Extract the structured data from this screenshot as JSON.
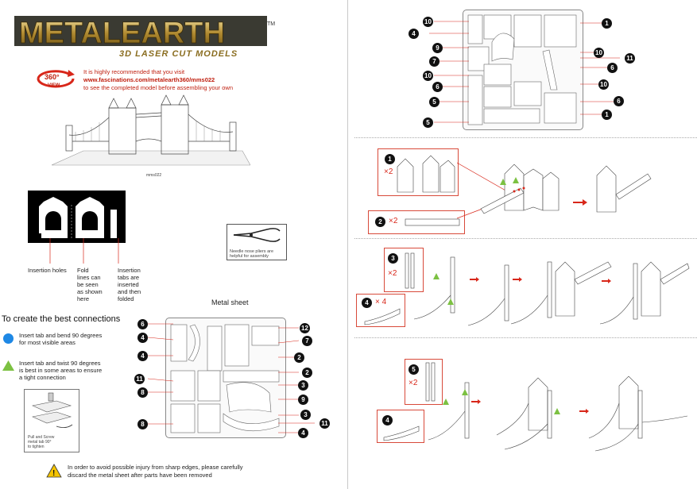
{
  "header": {
    "logo_text": "METALEARTH",
    "logo_tm": "TM",
    "subtitle": "3D LASER CUT MODELS",
    "badge_360": "360°",
    "badge_view": "VIEW",
    "visit_line1": "It is highly recommended that you visit",
    "visit_url": "www.fascinations.com/metalearth360/mms022",
    "visit_line3": "to see the completed model before assembling your own"
  },
  "model_code": "mms022",
  "tips": {
    "insertion_holes": "Insertion holes",
    "fold_lines": "Fold\nlines can\nbe seen\nas shown\nhere",
    "insertion_tabs": "Insertion\ntabs are\ninserted\nand then\nfolded",
    "pliers_note": "Needle nose pliers are helpful for assembly"
  },
  "connections": {
    "title": "To create the best connections",
    "item1": "Insert tab and bend 90 degrees\nfor most visible areas",
    "item2": "Insert tab and twist 90 degrees\nis best in some areas to ensure\na tight connection",
    "pull_note": "Pull and Screw\nmetal tab 90°\nto tighten"
  },
  "metal_sheet": {
    "title": "Metal sheet",
    "left_labels": [
      "6",
      "4",
      "4",
      "11",
      "8",
      "8"
    ],
    "right_labels": [
      "12",
      "7",
      "2",
      "2",
      "3",
      "9",
      "3",
      "11",
      "4"
    ]
  },
  "warning": "In order to avoid possible injury from sharp edges, please carefully\ndiscard the metal sheet after parts have been removed",
  "top_sheet": {
    "left_labels": [
      "10",
      "4",
      "9",
      "7",
      "10",
      "6",
      "5",
      "5"
    ],
    "right_labels": [
      "1",
      "10",
      "11",
      "6",
      "10",
      "6",
      "1"
    ]
  },
  "steps": {
    "s1_part": "1",
    "s1_qty": "×2",
    "s2_part": "2",
    "s2_qty": "×2",
    "s3_part": "3",
    "s3_qty": "×2",
    "s4_part": "4",
    "s4_qty": "× 4",
    "s5_part": "5",
    "s5_qty": "×2",
    "s6_part": "4"
  },
  "colors": {
    "accent_red": "#d8271a",
    "tip_blue": "#1e88e5",
    "tip_green": "#7cc142"
  }
}
